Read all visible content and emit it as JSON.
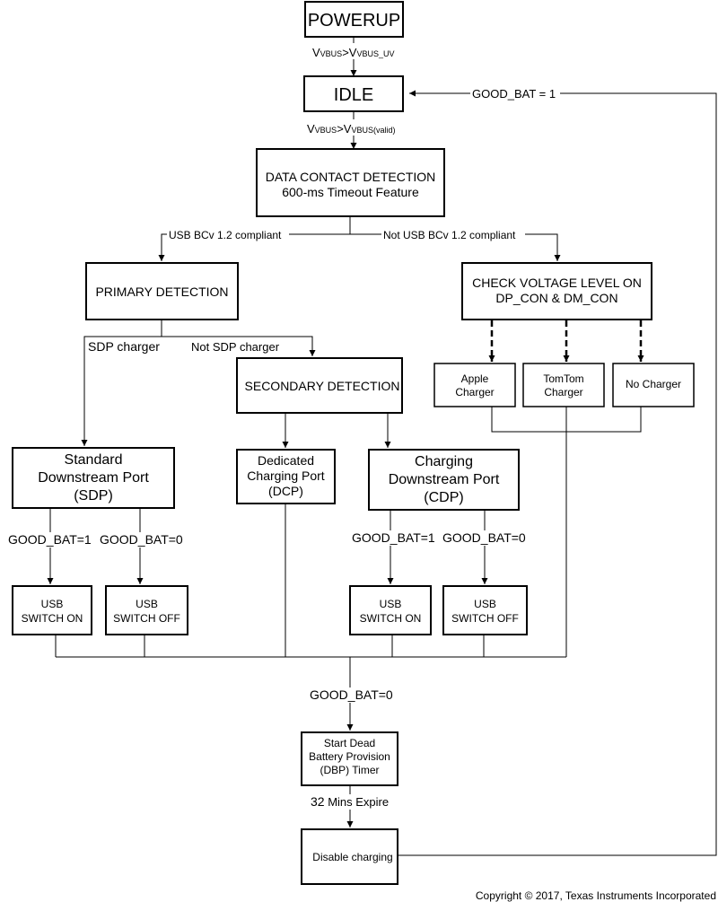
{
  "nodes": {
    "powerup": "POWERUP",
    "idle": "IDLE",
    "dcd_line1": "DATA CONTACT DETECTION",
    "dcd_line2": "600-ms Timeout Feature",
    "primary": "PRIMARY DETECTION",
    "check_line1": "CHECK VOLTAGE LEVEL ON",
    "check_line2": "DP_CON & DM_CON",
    "apple_line1": "Apple",
    "apple_line2": "Charger",
    "tomtom_line1": "TomTom",
    "tomtom_line2": "Charger",
    "nocharger": "No Charger",
    "secondary": "SECONDARY DETECTION",
    "sdp_line1": "Standard",
    "sdp_line2": "Downstream Port",
    "sdp_line3": "(SDP)",
    "dcp_line1": "Dedicated",
    "dcp_line2": "Charging Port",
    "dcp_line3": "(DCP)",
    "cdp_line1": "Charging",
    "cdp_line2": "Downstream Port",
    "cdp_line3": "(CDP)",
    "usb1_line1": "USB",
    "usb1_line2": "SWITCH ON",
    "usb2_line1": "USB",
    "usb2_line2": "SWITCH OFF",
    "usb3_line1": "USB",
    "usb3_line2": "SWITCH ON",
    "usb4_line1": "USB",
    "usb4_line2": "SWITCH OFF",
    "dbp_line1": "Start Dead",
    "dbp_line2": "Battery Provision",
    "dbp_line3": "(DBP) Timer",
    "disable": "Disable charging"
  },
  "edges": {
    "vbus_uv_v": "V",
    "vbus_uv_sub1": "VBUS",
    "vbus_uv_gt": ">",
    "vbus_uv_v2": "V",
    "vbus_uv_sub2": "VBUS_UV",
    "vbus_valid_v": "V",
    "vbus_valid_sub1": "VBUS",
    "vbus_valid_gt": ">",
    "vbus_valid_v2": "V",
    "vbus_valid_sub2": "VBUS(valid)",
    "good_bat_1_loop": "GOOD_BAT = 1",
    "usb_bc_compliant": "USB BCv 1.2 compliant",
    "not_usb_bc_compliant": "Not USB BCv 1.2 compliant",
    "sdp_charger": "SDP charger",
    "not_sdp_charger": "Not SDP charger",
    "sdp_good_bat_1": "GOOD_BAT=1",
    "sdp_good_bat_0": "GOOD_BAT=0",
    "cdp_good_bat_1": "GOOD_BAT=1",
    "cdp_good_bat_0": "GOOD_BAT=0",
    "merge_good_bat_0": "GOOD_BAT=0",
    "mins_32_num": "32",
    "mins_32_text": " Mins Expire"
  },
  "footer": {
    "copyright": "Copyright © 2017, Texas Instruments Incorporated"
  }
}
